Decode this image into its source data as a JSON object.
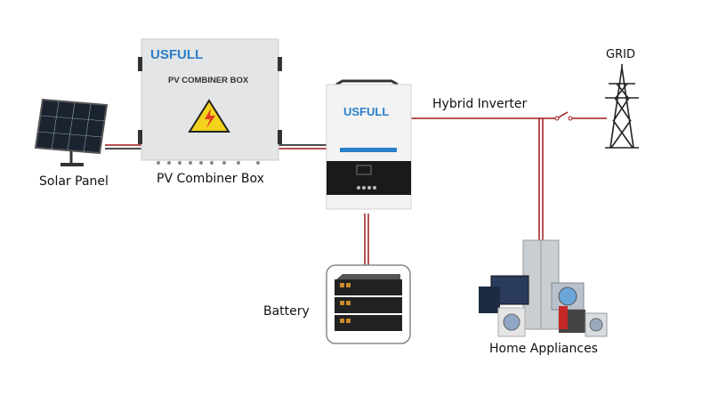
{
  "labels": {
    "solar_panel": "Solar Panel",
    "combiner_box": "PV Combiner Box",
    "hybrid_inverter": "Hybrid Inverter",
    "grid": "GRID",
    "battery": "Battery",
    "home_appliances": "Home Appliances"
  },
  "product": {
    "brand": "USFULL",
    "combiner_plate": "PV COMBINER BOX"
  },
  "colors": {
    "ac_line": "#a01818",
    "dc_negative": "#111111",
    "brand_blue": "#2a7fc9",
    "warning_yellow": "#f2d21b"
  }
}
